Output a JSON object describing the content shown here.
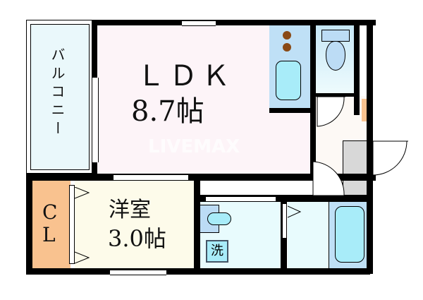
{
  "floorplan": {
    "rooms": {
      "balcony": {
        "label": "バルコニー",
        "color": "#eaf8fb"
      },
      "ldk": {
        "label": "ＬＤＫ",
        "size": "8.7帖",
        "color": "#fdf4f8"
      },
      "western_room": {
        "label": "洋室",
        "size": "3.0帖",
        "color": "#fdfbea"
      },
      "closet": {
        "label_line1": "C",
        "label_line2": "L",
        "color": "#f9c28f"
      },
      "kitchen": {
        "color": "#bfe0f6"
      },
      "toilet": {
        "color": "#e6f7fb"
      },
      "entrance": {
        "color": "#fdf9f5"
      },
      "shoe_box": {
        "color": "#d8d8d8"
      },
      "washroom": {
        "washer_label": "洗",
        "color": "#e8fbfd"
      },
      "bathroom": {
        "color": "#bfe0f6"
      }
    },
    "watermark": "LIVEMAX",
    "colors": {
      "wall": "#000000",
      "fixture_blue": "#bcdcf5",
      "sink_cyan": "#a8ecf9",
      "stove_brown": "#8a4a16",
      "meter_orange": "#f9c28f"
    }
  }
}
